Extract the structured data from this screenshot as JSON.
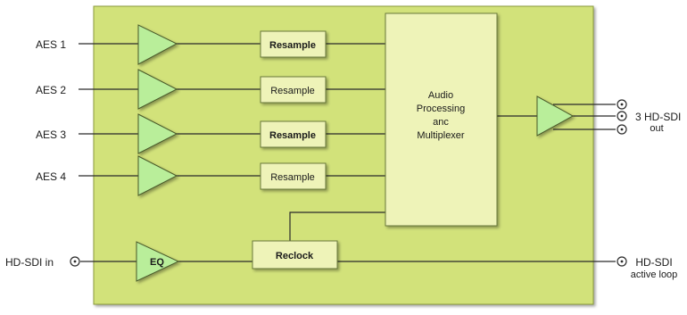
{
  "inputs": {
    "aes": [
      "AES 1",
      "AES 2",
      "AES 3",
      "AES 4"
    ],
    "hdsdi_in": "HD-SDI in"
  },
  "blocks": {
    "resample": [
      "Resample",
      "Resample",
      "Resample",
      "Resample"
    ],
    "processor": [
      "Audio",
      "Processing",
      "anc",
      "Multiplexer"
    ],
    "eq": "EQ",
    "reclock": "Reclock"
  },
  "outputs": {
    "main": [
      "3 HD-SDI",
      "out"
    ],
    "loop": [
      "HD-SDI",
      "active loop"
    ]
  },
  "colors": {
    "board": "#d2e27a",
    "block": "#eef3b8",
    "triangle": "#b9ee9a",
    "wire": "#2a2a2a"
  }
}
